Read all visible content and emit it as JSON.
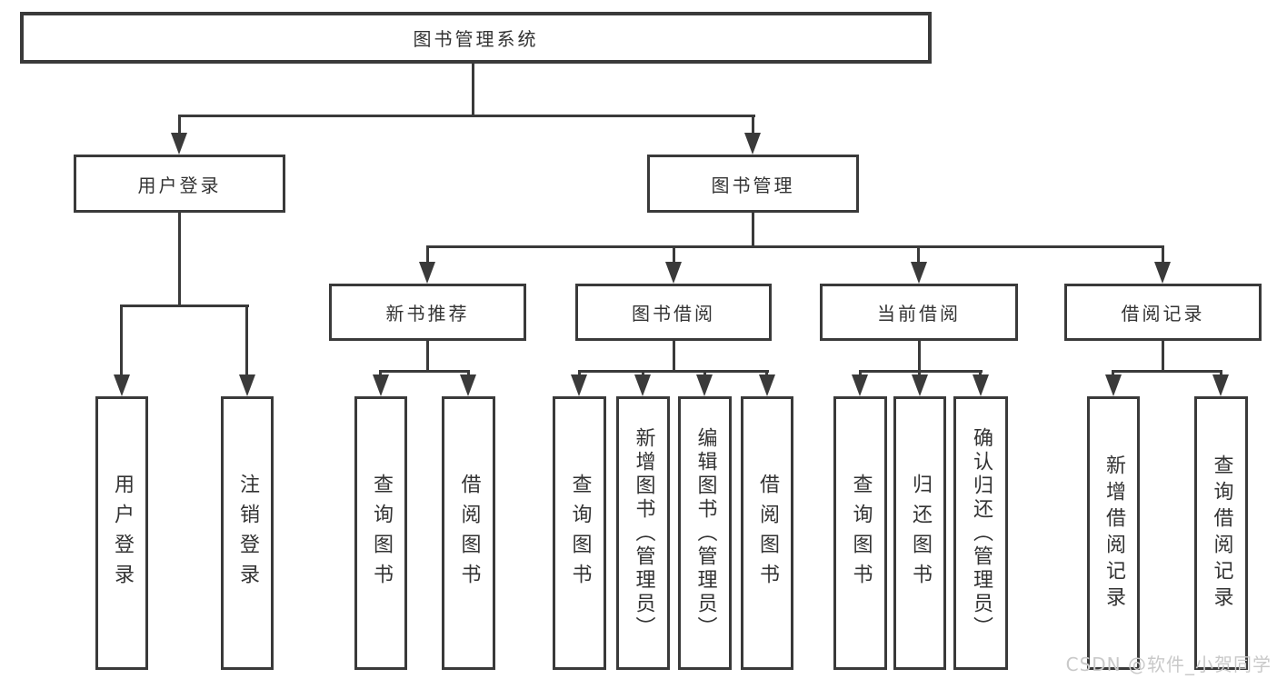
{
  "diagram": {
    "title": "图书管理系统",
    "level2": [
      {
        "label": "用户登录"
      },
      {
        "label": "图书管理"
      }
    ],
    "level3": [
      {
        "label": "新书推荐"
      },
      {
        "label": "图书借阅"
      },
      {
        "label": "当前借阅"
      },
      {
        "label": "借阅记录"
      }
    ],
    "leaves": {
      "user_login": [
        {
          "label": "用户登录"
        },
        {
          "label": "注销登录"
        }
      ],
      "new_book_recommend": [
        {
          "label": "查询图书"
        },
        {
          "label": "借阅图书"
        }
      ],
      "book_borrow": [
        {
          "label": "查询图书"
        },
        {
          "label": "新增图书（管理员）"
        },
        {
          "label": "编辑图书（管理员）"
        },
        {
          "label": "借阅图书"
        }
      ],
      "current_borrow": [
        {
          "label": "查询图书"
        },
        {
          "label": "归还图书"
        },
        {
          "label": "确认归还（管理员）"
        }
      ],
      "borrow_record": [
        {
          "label": "新增借阅记录"
        },
        {
          "label": "查询借阅记录"
        }
      ]
    },
    "watermark": "CSDN @软件_小贺同学",
    "colors": {
      "line": "#3a3a3a",
      "text": "#333333",
      "background": "#ffffff",
      "watermark": "#c9c9c9"
    }
  }
}
